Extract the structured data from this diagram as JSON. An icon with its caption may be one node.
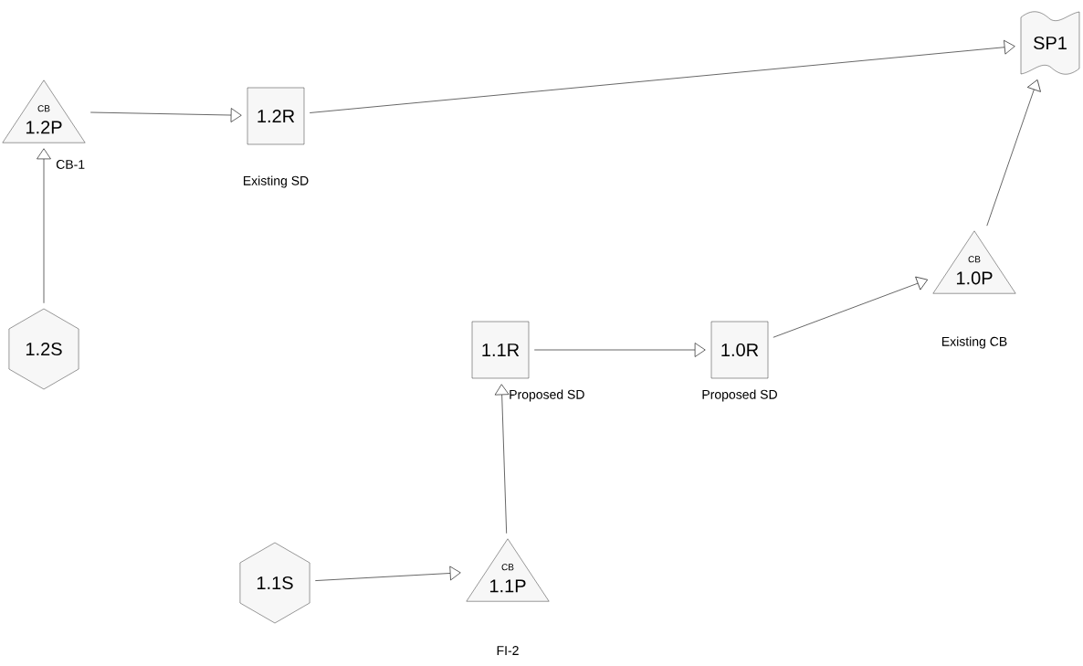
{
  "diagram": {
    "nodes": [
      {
        "text": [
          "CB",
          "1.2P"
        ],
        "beside": [
          "CB-1"
        ]
      },
      {
        "text": [
          "1.2R"
        ],
        "beside": [
          "Existing SD"
        ]
      },
      {
        "text": [
          "SP1"
        ]
      },
      {
        "text": [
          "1.2S"
        ]
      },
      {
        "text": [
          "CB",
          "1.0P"
        ],
        "beside": [
          "Existing CB"
        ]
      },
      {
        "text": [
          "1.1R"
        ],
        "beside": [
          "Proposed SD"
        ]
      },
      {
        "text": [
          "1.0R"
        ],
        "beside": [
          "Proposed SD"
        ]
      },
      {
        "text": [
          "1.1S"
        ]
      },
      {
        "text": [
          "CB",
          "1.1P"
        ],
        "beside": [
          "FI-2"
        ]
      }
    ],
    "edges": [
      {
        "from": 0,
        "to": 1,
        "arrow": "to"
      },
      {
        "from": 1,
        "to": 2,
        "arrow": "to"
      },
      {
        "from": 4,
        "to": 2,
        "arrow": "to"
      },
      {
        "from": 3,
        "to": 0,
        "arrow": "to"
      },
      {
        "from": 5,
        "to": 6,
        "arrow": "to"
      },
      {
        "from": 6,
        "to": 4,
        "arrow": "to"
      },
      {
        "from": 8,
        "to": 5,
        "arrow": "to"
      },
      {
        "from": 7,
        "to": 8,
        "arrow": "to"
      }
    ]
  }
}
